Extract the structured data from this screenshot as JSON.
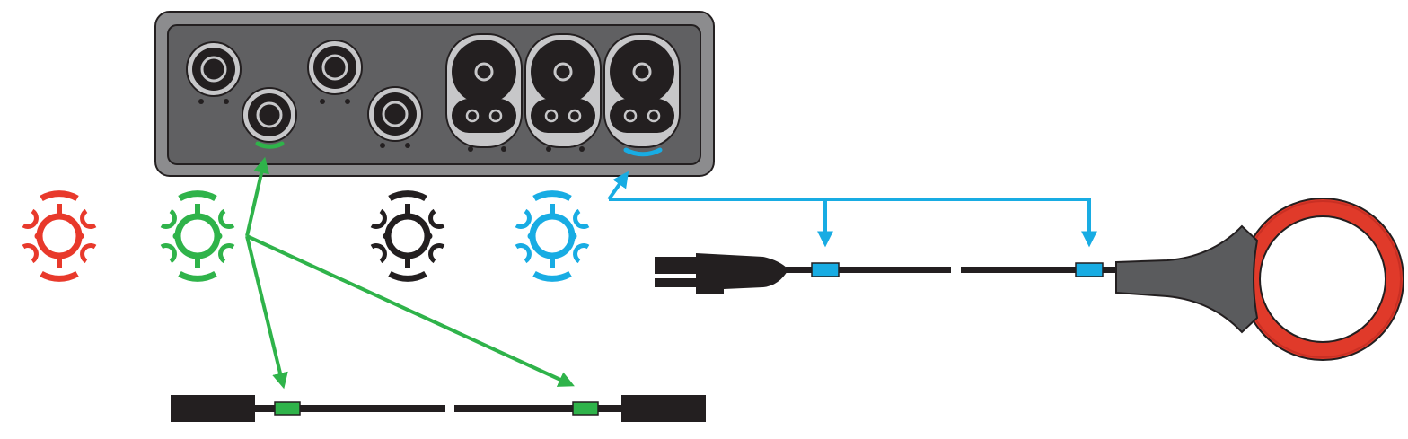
{
  "colors": {
    "red": "#e8392b",
    "green": "#2fb34a",
    "black": "#231f20",
    "blue": "#18ace3",
    "panel_outer": "#8c8c8e",
    "panel_inner": "#606062",
    "socket_gray": "#c7c7c9",
    "clamp_gray": "#5a5b5d",
    "clamp_ring": "#e03a2a",
    "clamp_ring_dark": "#b9281f",
    "cable": "#231f20"
  },
  "icons": {
    "rings": [
      "red-color-ring-icon",
      "green-color-ring-icon",
      "black-color-ring-icon",
      "blue-color-ring-icon"
    ],
    "device": "instrument-input-panel",
    "voltage_lead": "voltage-lead-cable",
    "current_probe": "flexible-current-clamp-probe"
  }
}
